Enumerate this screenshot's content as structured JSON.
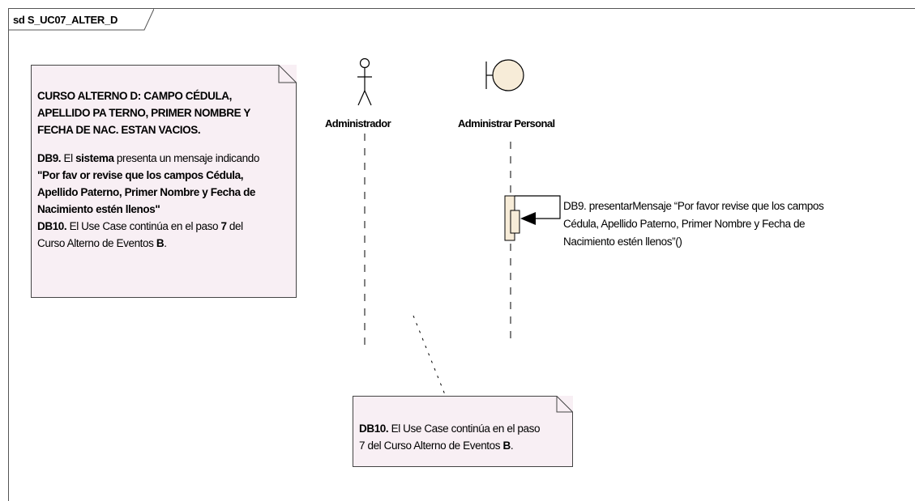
{
  "diagram": {
    "frame_title": "sd S_UC07_ALTER_D",
    "lifelines": [
      {
        "name": "Administrador",
        "kind": "actor"
      },
      {
        "name": "Administrar Personal",
        "kind": "boundary"
      }
    ],
    "message": {
      "label_line1": "DB9. presentarMensaje “Por favor revise que los campos",
      "label_line2": "Cédula, Apellido Paterno, Primer Nombre y Fecha de",
      "label_line3": "Nacimiento estén llenos”()"
    },
    "note1": {
      "heading_line1": "CURSO ALTERNO D: CAMPO CÉDULA,",
      "heading_line2": "APELLIDO PA TERNO, PRIMER NOMBRE Y",
      "heading_line3": "FECHA DE NAC. ESTAN VACIOS.",
      "db9_code": "DB9.",
      "db9_text_a": " El ",
      "db9_sistema": "sistema",
      "db9_text_b": " presenta un mensaje indicando",
      "quote_line1": "\"Por fav or revise que los campos Cédula,",
      "quote_line2": "Apellido Paterno, Primer Nombre y Fecha de",
      "quote_line3": "Nacimiento estén llenos\"",
      "db10_code": "DB10.",
      "db10_text": " El Use Case continúa en el paso ",
      "db10_step": "7",
      "db10_text2": " del",
      "db10_line2": "Curso Alterno de Eventos ",
      "db10_course": "B",
      "db10_end": "."
    },
    "note2": {
      "db10_code": "DB10.",
      "line1_text": " El Use Case continúa en el paso",
      "step": "7",
      "line2_text": " del Curso Alterno de Eventos ",
      "course": "B",
      "end": "."
    }
  }
}
